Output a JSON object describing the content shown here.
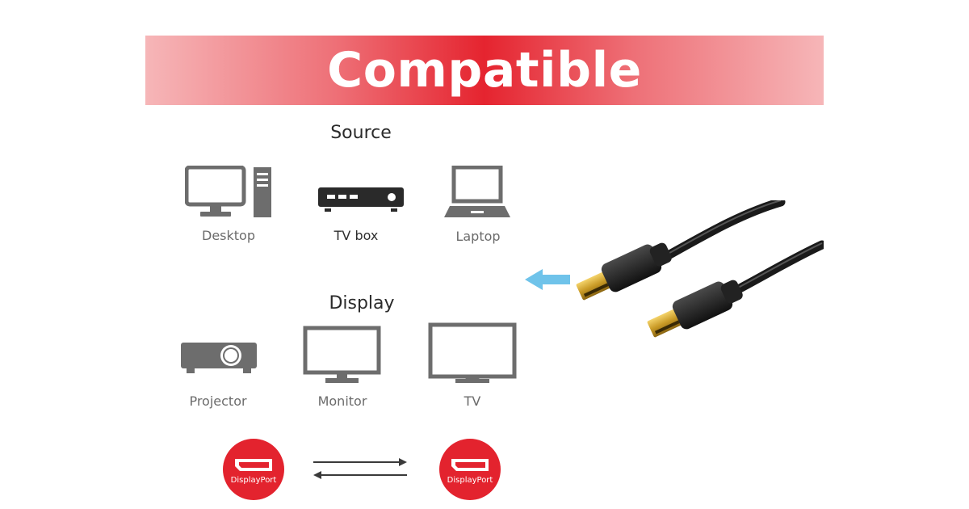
{
  "banner": {
    "title": "Compatible"
  },
  "source": {
    "title": "Source",
    "devices": [
      {
        "label": "Desktop",
        "icon": "desktop-icon"
      },
      {
        "label": "TV box",
        "icon": "tv-box-icon"
      },
      {
        "label": "Laptop",
        "icon": "laptop-icon"
      }
    ]
  },
  "display": {
    "title": "Display",
    "devices": [
      {
        "label": "Projector",
        "icon": "projector-icon"
      },
      {
        "label": "Monitor",
        "icon": "monitor-icon"
      },
      {
        "label": "TV",
        "icon": "tv-icon"
      }
    ]
  },
  "connectors": {
    "left_label": "DisplayPort",
    "right_label": "DisplayPort"
  },
  "colors": {
    "accent_red": "#e3232e",
    "icon_gray": "#6d6d6d",
    "arrow_blue": "#6fc3ea"
  }
}
